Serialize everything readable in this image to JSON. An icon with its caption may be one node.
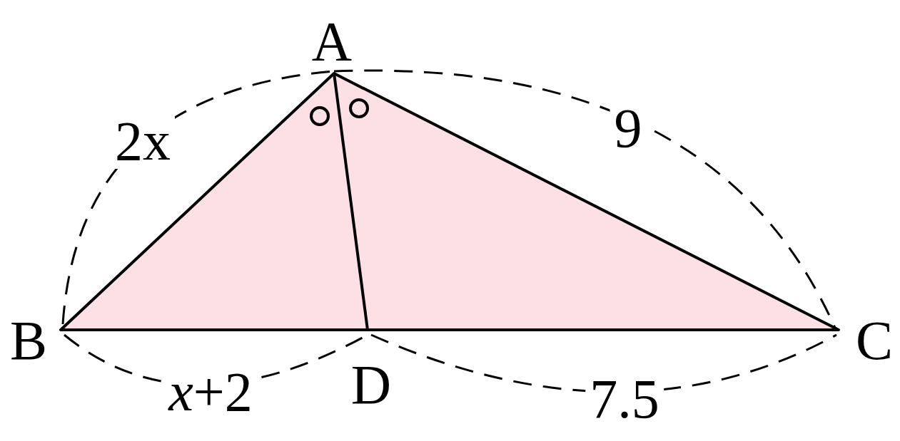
{
  "diagram": {
    "labels": [
      "A",
      "2x",
      "9",
      "B",
      "C",
      "*x*+2",
      "D",
      "7.5"
    ]
  }
}
